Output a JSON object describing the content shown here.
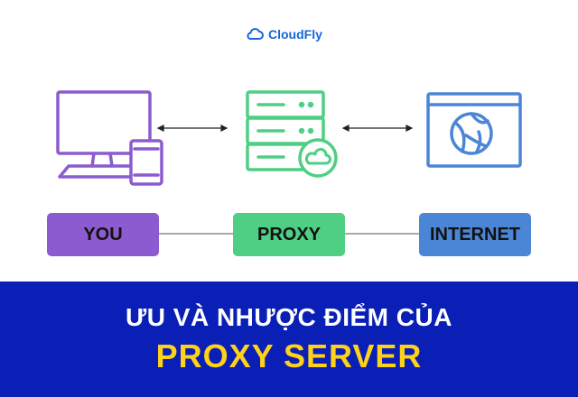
{
  "brand": {
    "name": "CloudFly",
    "color": "#1565d8"
  },
  "diagram": {
    "nodes": [
      {
        "label": "YOU",
        "icon": "computer-and-phone-icon",
        "color": "#8c5bcf"
      },
      {
        "label": "PROXY",
        "icon": "server-cloud-icon",
        "color": "#4fcf84"
      },
      {
        "label": "INTERNET",
        "icon": "browser-globe-icon",
        "color": "#4b86d6"
      }
    ],
    "connectors": [
      "bidirectional-arrow",
      "bidirectional-arrow"
    ]
  },
  "banner": {
    "line1": "ƯU VÀ NHƯỢC ĐIỂM CỦA",
    "line2": "PROXY SERVER",
    "background": "#0a1fb5",
    "line2_color": "#ffd21a"
  }
}
